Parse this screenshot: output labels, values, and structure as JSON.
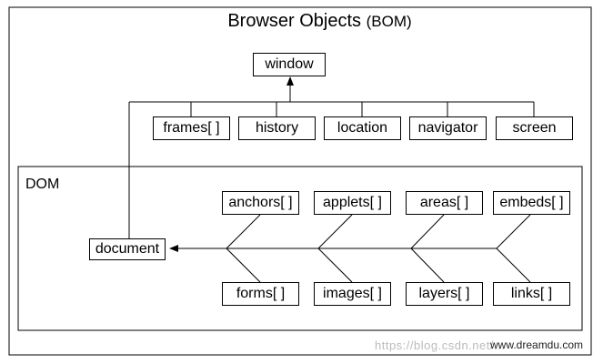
{
  "title": {
    "main": "Browser Objects",
    "suffix": "(BOM)"
  },
  "window_label": "window",
  "bom_children": [
    "frames[ ]",
    "history",
    "location",
    "navigator",
    "screen"
  ],
  "dom_label": "DOM",
  "document_label": "document",
  "dom_top": [
    "anchors[ ]",
    "applets[ ]",
    "areas[ ]",
    "embeds[ ]"
  ],
  "dom_bottom": [
    "forms[ ]",
    "images[ ]",
    "layers[ ]",
    "links[ ]"
  ],
  "credit": "www.dreamdu.com",
  "watermark": "https://blog.csdn.net/..."
}
